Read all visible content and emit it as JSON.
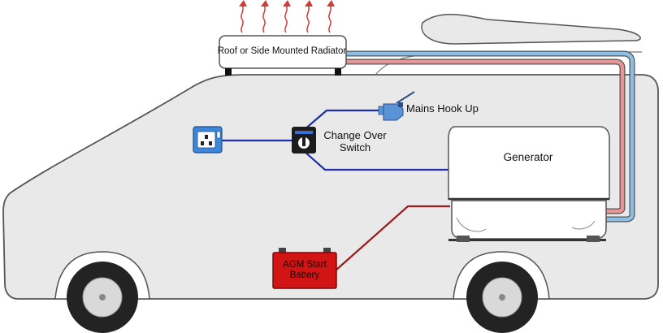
{
  "labels": {
    "radiator": "Roof or Side Mounted Radiator",
    "mains": "Mains Hook Up",
    "switch_line1": "Change Over",
    "switch_line2": "Switch",
    "generator": "Generator",
    "battery_line1": "AGM Start",
    "battery_line2": "Battery"
  },
  "icons": {
    "heat": "heat-wave-arrows",
    "socket": "uk-wall-socket",
    "plug": "mains-plug",
    "switch": "rotary-switch"
  },
  "colors": {
    "van_body": "#e9e9ea",
    "outline": "#555555",
    "wire_blue": "#1f2fa8",
    "coolant_red": "#e89595",
    "coolant_blue": "#8cbfe6",
    "battery_wire": "#9b1b1b",
    "battery": "#d21414",
    "socket": "#3d86d8",
    "heat_arrows": "#d23a3a"
  }
}
